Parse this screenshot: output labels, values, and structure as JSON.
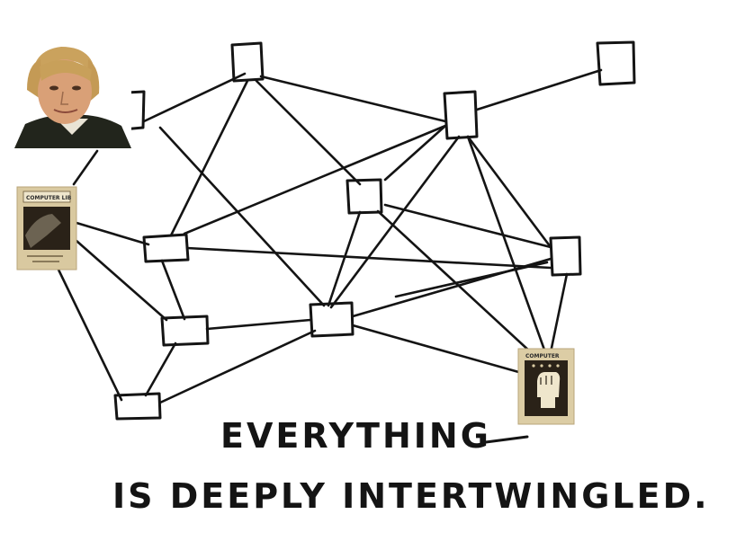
{
  "caption": {
    "line1": "EVERYTHING",
    "line2": "IS DEEPLY INTERTWINGLED."
  },
  "pictures": {
    "portrait": {
      "icon": "person-portrait"
    },
    "book_cover_left": {
      "title": "COMPUTER LIB",
      "icon": "book-cover"
    },
    "book_cover_right": {
      "title": "COMPUTER",
      "icon": "fist-cover"
    }
  },
  "colors": {
    "ink": "#141414",
    "background": "#ffffff",
    "cover_paper": "#dccda5",
    "cover_dark": "#2a2218"
  }
}
